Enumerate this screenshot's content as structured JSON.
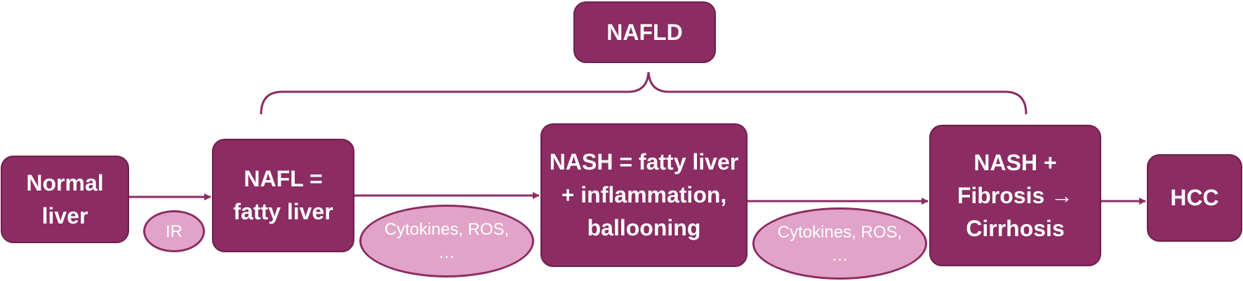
{
  "diagram": {
    "top_label": "NAFLD",
    "stages": {
      "normal": "Normal liver",
      "nafl": "NAFL = fatty liver",
      "nash": "NASH = fatty liver + inflammation, ballooning",
      "fibrosis": "NASH + Fibrosis → Cirrhosis",
      "hcc": "HCC"
    },
    "drivers": {
      "ir": "IR",
      "cytokines_1": "Cytokines, ROS, …",
      "cytokines_2": "Cytokines, ROS, …"
    },
    "colors": {
      "box_fill": "#8b2c62",
      "oval_fill": "#e1a4c8",
      "text": "#ffffff"
    }
  }
}
